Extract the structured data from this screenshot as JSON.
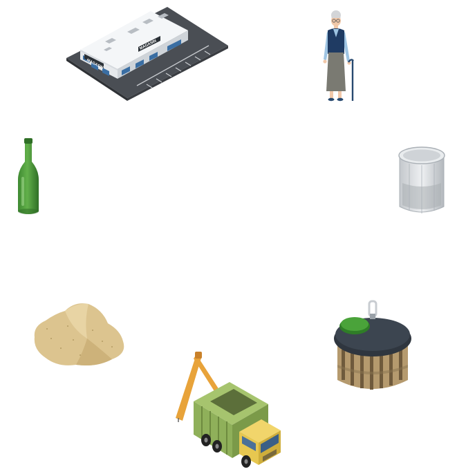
{
  "store": {
    "sign_front": "MAGASIN",
    "sign_side": "MAGASIN",
    "icon": "supermarket-building-icon"
  },
  "items": [
    {
      "name": "grandma",
      "icon": "elderly-woman-with-cane-icon"
    },
    {
      "name": "bottle",
      "icon": "green-glass-bottle-icon"
    },
    {
      "name": "jar",
      "icon": "glass-jar-icon"
    },
    {
      "name": "sand",
      "icon": "sand-pile-icon"
    },
    {
      "name": "container",
      "icon": "glass-recycling-bin-icon"
    },
    {
      "name": "truck",
      "icon": "recycling-truck-with-crane-icon"
    }
  ],
  "colors": {
    "bottle_green": "#4a9a3a",
    "truck_green": "#8fb05a",
    "truck_cab": "#e7c750",
    "crane_orange": "#e8a33a",
    "sand": "#dcc48f",
    "bin_lid": "#3c4550",
    "bin_body": "#b59a6e",
    "lid_hatch": "#4aa33a"
  }
}
